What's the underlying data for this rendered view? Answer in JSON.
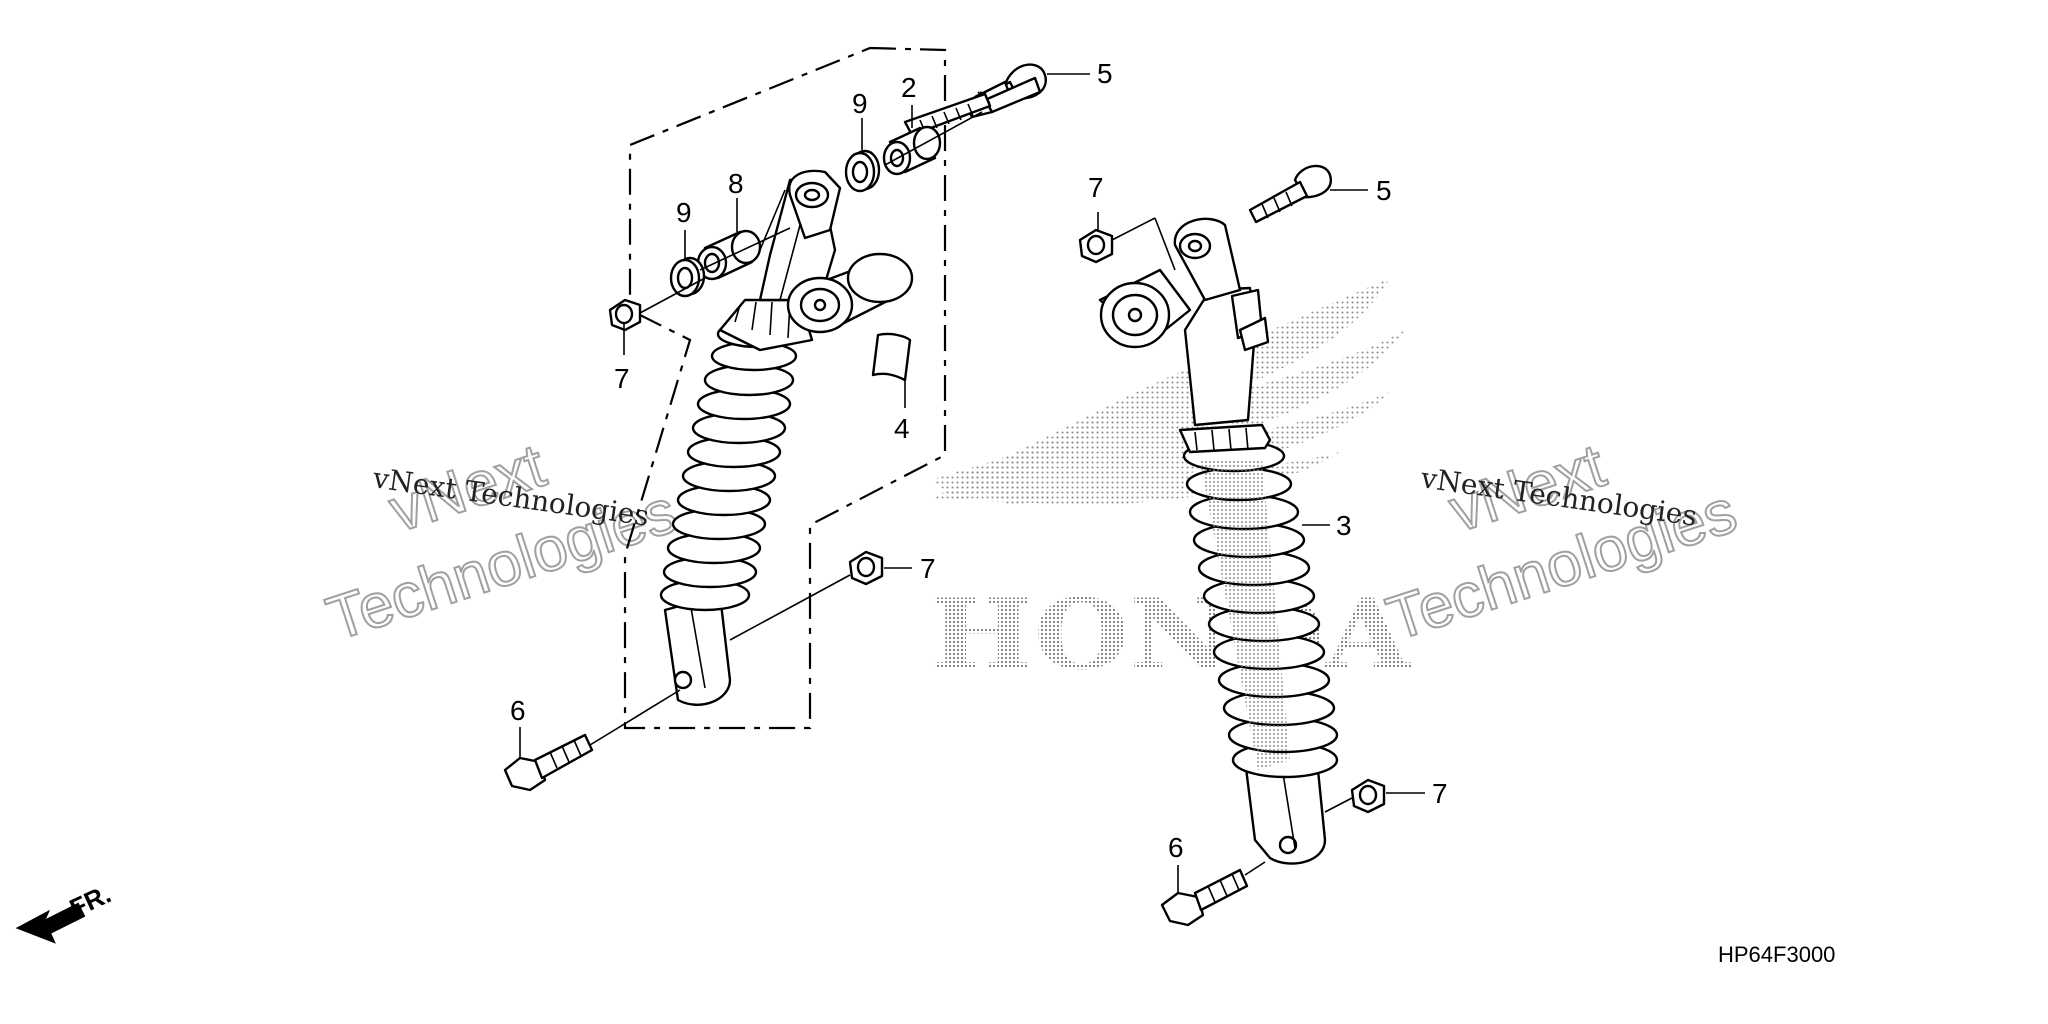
{
  "diagram": {
    "part_code": "HP64F3000",
    "direction_label": "FR.",
    "brand_mark": "HONDA",
    "watermarks": [
      {
        "line1": "vNext Technologies",
        "line2": "vNext",
        "line3": "Technologies"
      },
      {
        "line1": "vNext Technologies",
        "line2": "vNext",
        "line3": "Technologies"
      }
    ],
    "callouts": [
      {
        "id": "left-bolt-top",
        "label": "5"
      },
      {
        "id": "left-collar",
        "label": "2"
      },
      {
        "id": "left-seal-right",
        "label": "9"
      },
      {
        "id": "left-seal-left",
        "label": "9"
      },
      {
        "id": "left-collar-left",
        "label": "8"
      },
      {
        "id": "left-nut-top",
        "label": "7"
      },
      {
        "id": "left-label",
        "label": "4"
      },
      {
        "id": "left-nut-bottom",
        "label": "7"
      },
      {
        "id": "left-bolt-bottom",
        "label": "6"
      },
      {
        "id": "right-nut-top",
        "label": "7"
      },
      {
        "id": "right-bolt-top",
        "label": "5"
      },
      {
        "id": "right-shock",
        "label": "3"
      },
      {
        "id": "right-nut-bottom",
        "label": "7"
      },
      {
        "id": "right-bolt-bottom",
        "label": "6"
      }
    ]
  }
}
